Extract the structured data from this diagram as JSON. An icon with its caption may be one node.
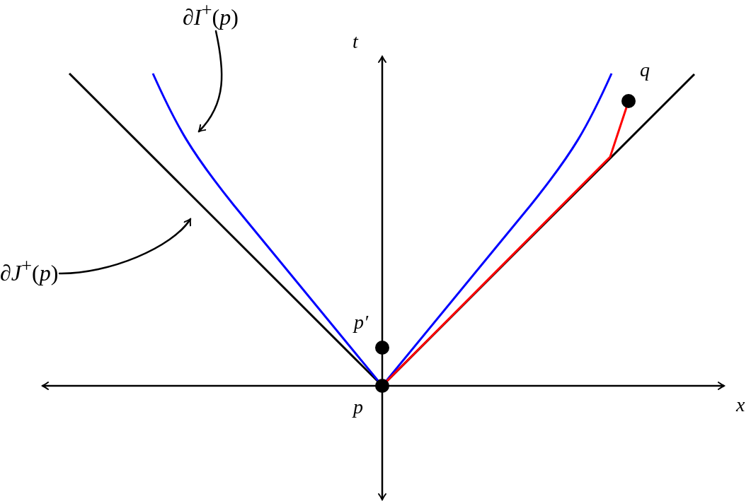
{
  "diagram": {
    "nodes": [
      {
        "text": [
          "∂*I*$^{+}$(*p*)"
        ]
      },
      {
        "text": [
          "∂*J*$^{+}$(*p*)"
        ]
      },
      {
        "text": [],
        "shape": "circle",
        "beside": [
          "p"
        ]
      },
      {
        "text": [],
        "shape": "circle",
        "beside": [
          "p′"
        ]
      },
      {
        "text": [],
        "shape": "circle",
        "beside": [
          "q"
        ]
      }
    ],
    "edges": [
      {
        "from": 0,
        "to": null,
        "arrow": "to"
      },
      {
        "from": 1,
        "to": null,
        "arrow": "to"
      },
      {
        "from": 2,
        "to": 4,
        "arrow": "none",
        "color": "#ff0000"
      }
    ],
    "labels": [
      "t",
      "x"
    ]
  }
}
